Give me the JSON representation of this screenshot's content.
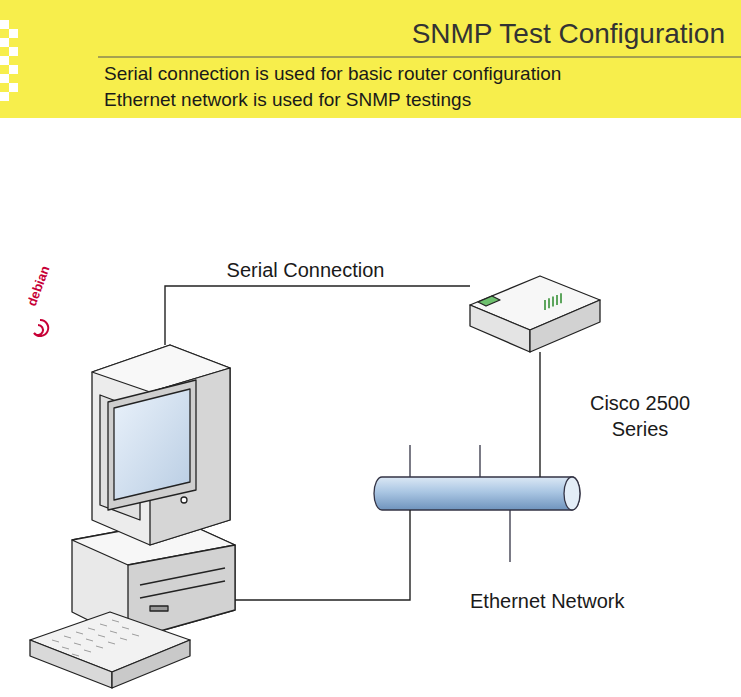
{
  "diagram": {
    "title": "SNMP Test Configuration",
    "nodes": [
      {
        "text": [
          "debian"
        ]
      },
      {
        "text": [
          "Cisco 2500 Series"
        ]
      },
      {
        "text": [
          "Ethernet Network"
        ]
      }
    ],
    "edges": [
      {
        "from": 0,
        "to": 1,
        "label": "Serial Connection",
        "arrow": "none"
      },
      {
        "from": 1,
        "to": 2,
        "arrow": "none"
      },
      {
        "from": 0,
        "to": 2,
        "arrow": "none"
      }
    ],
    "labels": [
      "Serial connection is used for basic router configuration",
      "Ethernet network is used for SNMP testings"
    ]
  }
}
